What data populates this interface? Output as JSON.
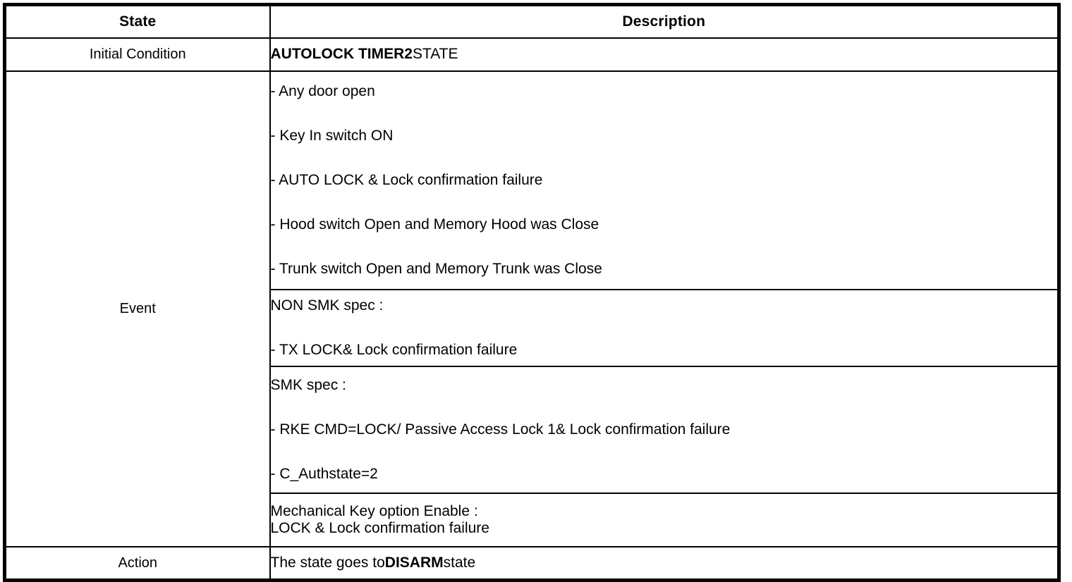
{
  "table": {
    "columns": [
      {
        "key": "state",
        "header": "State"
      },
      {
        "key": "description",
        "header": "Description"
      }
    ],
    "rows": {
      "initial": {
        "label": "Initial Condition",
        "description": {
          "bold_prefix": "AUTOLOCK TIMER2",
          "suffix": "STATE"
        }
      },
      "event": {
        "label": "Event",
        "blocks": {
          "general_events": [
            "-  Any door open",
            "-  Key In switch ON",
            "-  AUTO LOCK & Lock confirmation failure",
            "-  Hood switch Open and Memory Hood was Close",
            "-  Trunk switch Open and Memory Trunk was Close"
          ],
          "non_smk": [
            "NON SMK spec :",
            "-  TX LOCK& Lock confirmation failure"
          ],
          "smk": [
            "SMK spec :",
            "-  RKE CMD=LOCK/ Passive Access Lock 1& Lock confirmation failure",
            "-  C_Authstate=2"
          ],
          "mechanical_key": [
            "Mechanical Key option Enable :",
            "LOCK & Lock confirmation failure"
          ]
        }
      },
      "action": {
        "label": "Action",
        "description": {
          "prefix": "The state goes to",
          "bold_mid": "DISARM",
          "suffix": "state"
        }
      }
    }
  },
  "colors": {
    "border": "#000000",
    "text": "#000000",
    "background": "#ffffff"
  }
}
